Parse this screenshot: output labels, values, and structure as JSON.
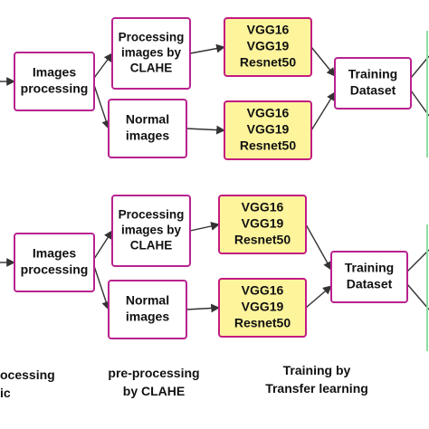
{
  "colors": {
    "box_border": "#b8228f",
    "model_fill": "#fdf49c",
    "model_border": "#c31b80",
    "arrow": "#333333",
    "right_box_border": "#8fdca2",
    "text": "#111111"
  },
  "top": {
    "images_processing": [
      "Images",
      "processing"
    ],
    "clahe": [
      "Processing",
      "images by",
      "CLAHE"
    ],
    "normal": [
      "Normal",
      "images"
    ],
    "models_clahe": [
      "VGG16",
      "VGG19",
      "Resnet50"
    ],
    "models_normal": [
      "VGG16",
      "VGG19",
      "Resnet50"
    ],
    "training": [
      "Training",
      "Dataset"
    ]
  },
  "bottom": {
    "images_processing": [
      "Images",
      "processing"
    ],
    "clahe": [
      "Processing",
      "images by",
      "CLAHE"
    ],
    "normal": [
      "Normal",
      "images"
    ],
    "models_clahe": [
      "VGG16",
      "VGG19",
      "Resnet50"
    ],
    "models_normal": [
      "VGG16",
      "VGG19",
      "Resnet50"
    ],
    "training": [
      "Training",
      "Dataset"
    ]
  },
  "captions": {
    "left": [
      "ocessing",
      "ic"
    ],
    "middle": [
      "pre-processing",
      "by CLAHE"
    ],
    "right": [
      "Training by",
      "Transfer learning"
    ]
  }
}
